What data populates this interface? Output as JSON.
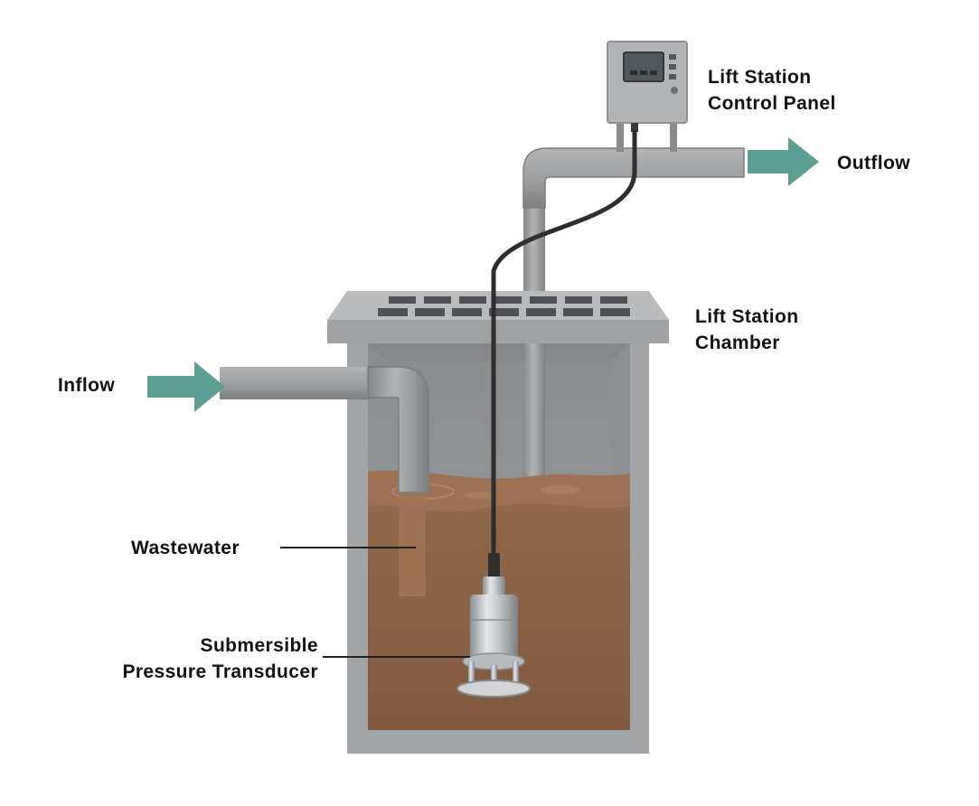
{
  "labels": {
    "control_panel": [
      "Lift Station",
      "Control Panel"
    ],
    "outflow": "Outflow",
    "chamber": [
      "Lift Station",
      "Chamber"
    ],
    "inflow": "Inflow",
    "wastewater": "Wastewater",
    "transducer": [
      "Submersible",
      "Pressure Transducer"
    ]
  },
  "colors": {
    "arrow": "#5f9e92",
    "pipe": "#9d9fa1",
    "pipe_dark": "#7c7e80",
    "concrete": "#a7a9ab",
    "concrete_dark": "#818385",
    "wastewater": "#8c6447",
    "wastewater_surface": "#a27558",
    "cable": "#2e2e2e",
    "panel": "#b1b3b6",
    "screen": "#505860",
    "steel": "#c9cbce"
  },
  "icons": {
    "inflow_arrow": "arrow-right-icon",
    "outflow_arrow": "arrow-right-icon"
  }
}
